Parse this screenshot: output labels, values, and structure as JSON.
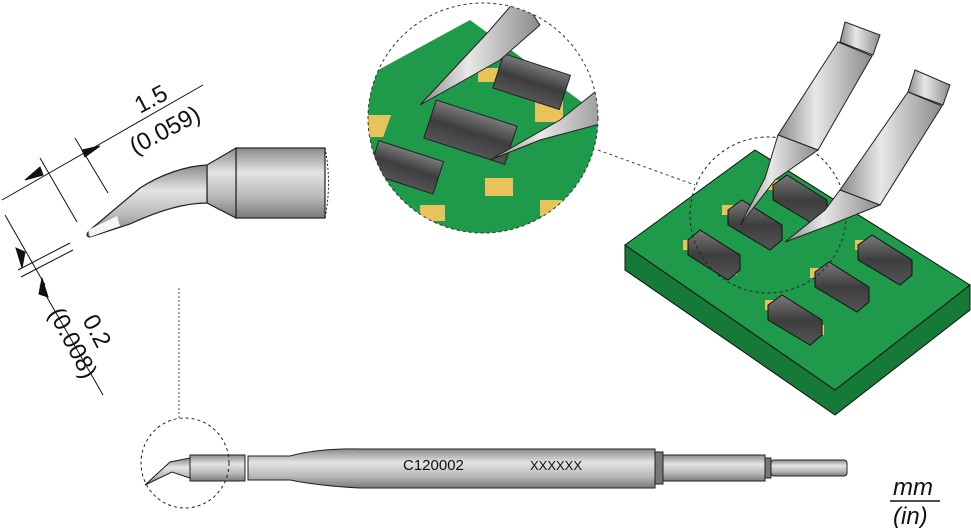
{
  "dimensions": {
    "length_mm": "1.5",
    "length_in": "(0.059)",
    "tip_mm": "0.2",
    "tip_in": "(0.008)"
  },
  "cartridge": {
    "part_number": "C120002",
    "serial": "XXXXXX"
  },
  "units": {
    "top": "mm",
    "bottom": "(in)"
  },
  "colors": {
    "pcb": "#1f9a4a",
    "pcb_side": "#157a38",
    "pad": "#e8c25a",
    "component": "#555555"
  }
}
